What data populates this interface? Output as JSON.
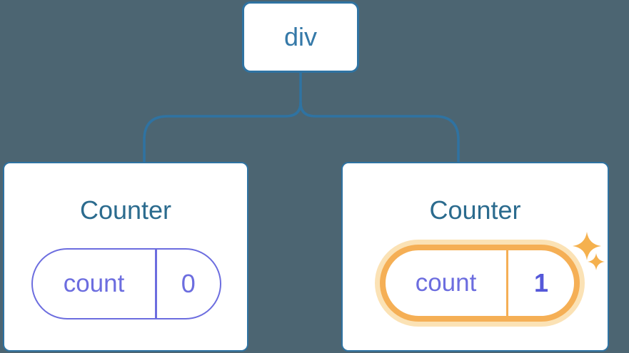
{
  "diagram": {
    "description": "React render tree: a div root node branching to two Counter components, each holding a count state pill; the second Counter's state was just updated",
    "root": {
      "label": "div"
    },
    "children": [
      {
        "title": "Counter",
        "state": {
          "key": "count",
          "value": "0",
          "highlighted": false
        }
      },
      {
        "title": "Counter",
        "state": {
          "key": "count",
          "value": "1",
          "highlighted": true
        }
      }
    ],
    "icons": [
      {
        "name": "sparkle-icon",
        "location": "top-right of highlighted state pill"
      }
    ],
    "colors": {
      "background": "#4C6572",
      "connector_line": "#2F73A2",
      "card_border": "#2F73A2",
      "card_background": "#FFFFFF",
      "root_label_text": "#3579A8",
      "title_text": "#2B6B8E",
      "state_purple": "#6C6DDF",
      "updated_value_purple": "#5558D9",
      "highlight_ring_orange": "#F5AF55",
      "highlight_glow": "#FBE2B5",
      "sparkle_orange": "#F5B14E"
    }
  }
}
